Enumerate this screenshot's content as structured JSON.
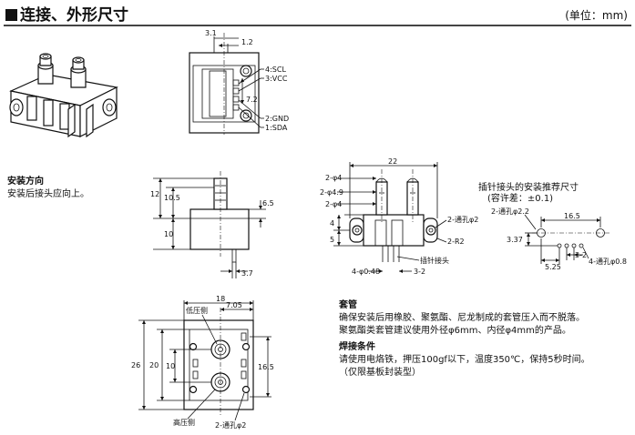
{
  "header": {
    "title": "连接、外形尺寸",
    "unit": "(单位：mm)"
  },
  "pins": {
    "top_dims": [
      "3.1",
      "1.2"
    ],
    "side_dim": "7.2",
    "labels": [
      "4:SCL",
      "3:VCC",
      "2:GND",
      "1:SDA"
    ]
  },
  "install_direction": {
    "title": "安装方向",
    "text": "安装后接头应向上。"
  },
  "side_view": {
    "dims": [
      "12",
      "10.5",
      "6.5",
      "10",
      "3.7"
    ]
  },
  "front_view": {
    "dims": [
      "22",
      "2-φ4",
      "2-φ4.9",
      "2-φ4",
      "4",
      "5",
      "2-通孔φ2",
      "2-R2",
      "4-φ0.48",
      "3-2"
    ],
    "note": "插针接头"
  },
  "pin_mount": {
    "title": "插针接头的安装推荐尺寸",
    "tolerance": "(容许差：±0.1)",
    "dims": [
      "2-通孔φ2.2",
      "16.5",
      "3.37",
      "3-2",
      "5.25",
      "4-通孔φ0.8"
    ]
  },
  "bottom_view": {
    "dims": [
      "18",
      "7.05",
      "26",
      "20",
      "10",
      "16.5"
    ],
    "labels": [
      "低压侧",
      "高压侧",
      "2-通孔φ2"
    ]
  },
  "tube": {
    "title": "套管",
    "lines": [
      "确保安装后用橡胶、聚氨酯、尼龙制成的套管压入而不脱落。",
      "聚氨酯类套管建议使用外径φ6mm、内径φ4mm的产品。"
    ]
  },
  "welding": {
    "title": "焊接条件",
    "lines": [
      "请使用电烙铁，押压100gf以下，温度350℃，保持5秒时间。",
      "（仅限基板封装型）"
    ]
  }
}
